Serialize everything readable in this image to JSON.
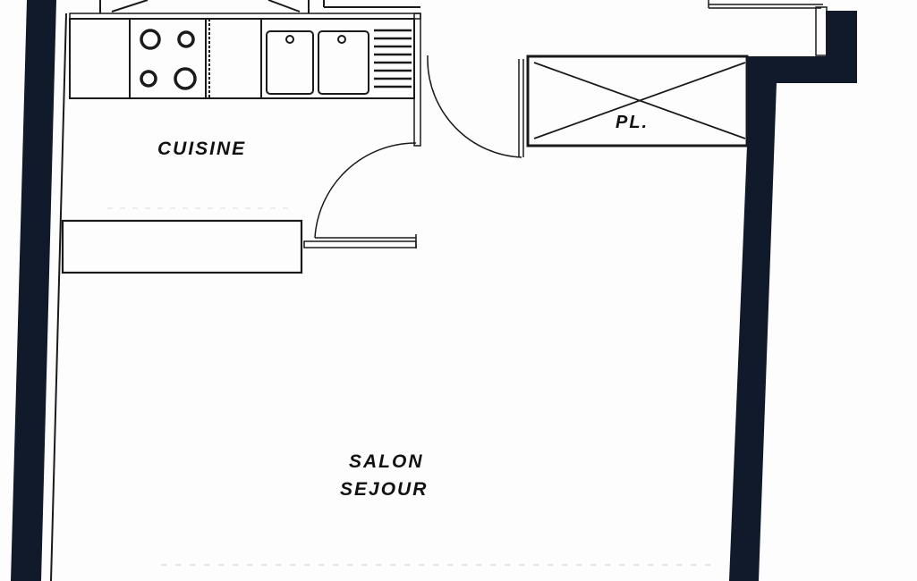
{
  "rooms": {
    "kitchen": "CUISINE",
    "closet": "PL.",
    "living_line1": "SALON",
    "living_line2": "SEJOUR"
  },
  "colors": {
    "wall": "#111a2a",
    "line": "#1a1a1a",
    "paper": "#fdfdfd"
  }
}
